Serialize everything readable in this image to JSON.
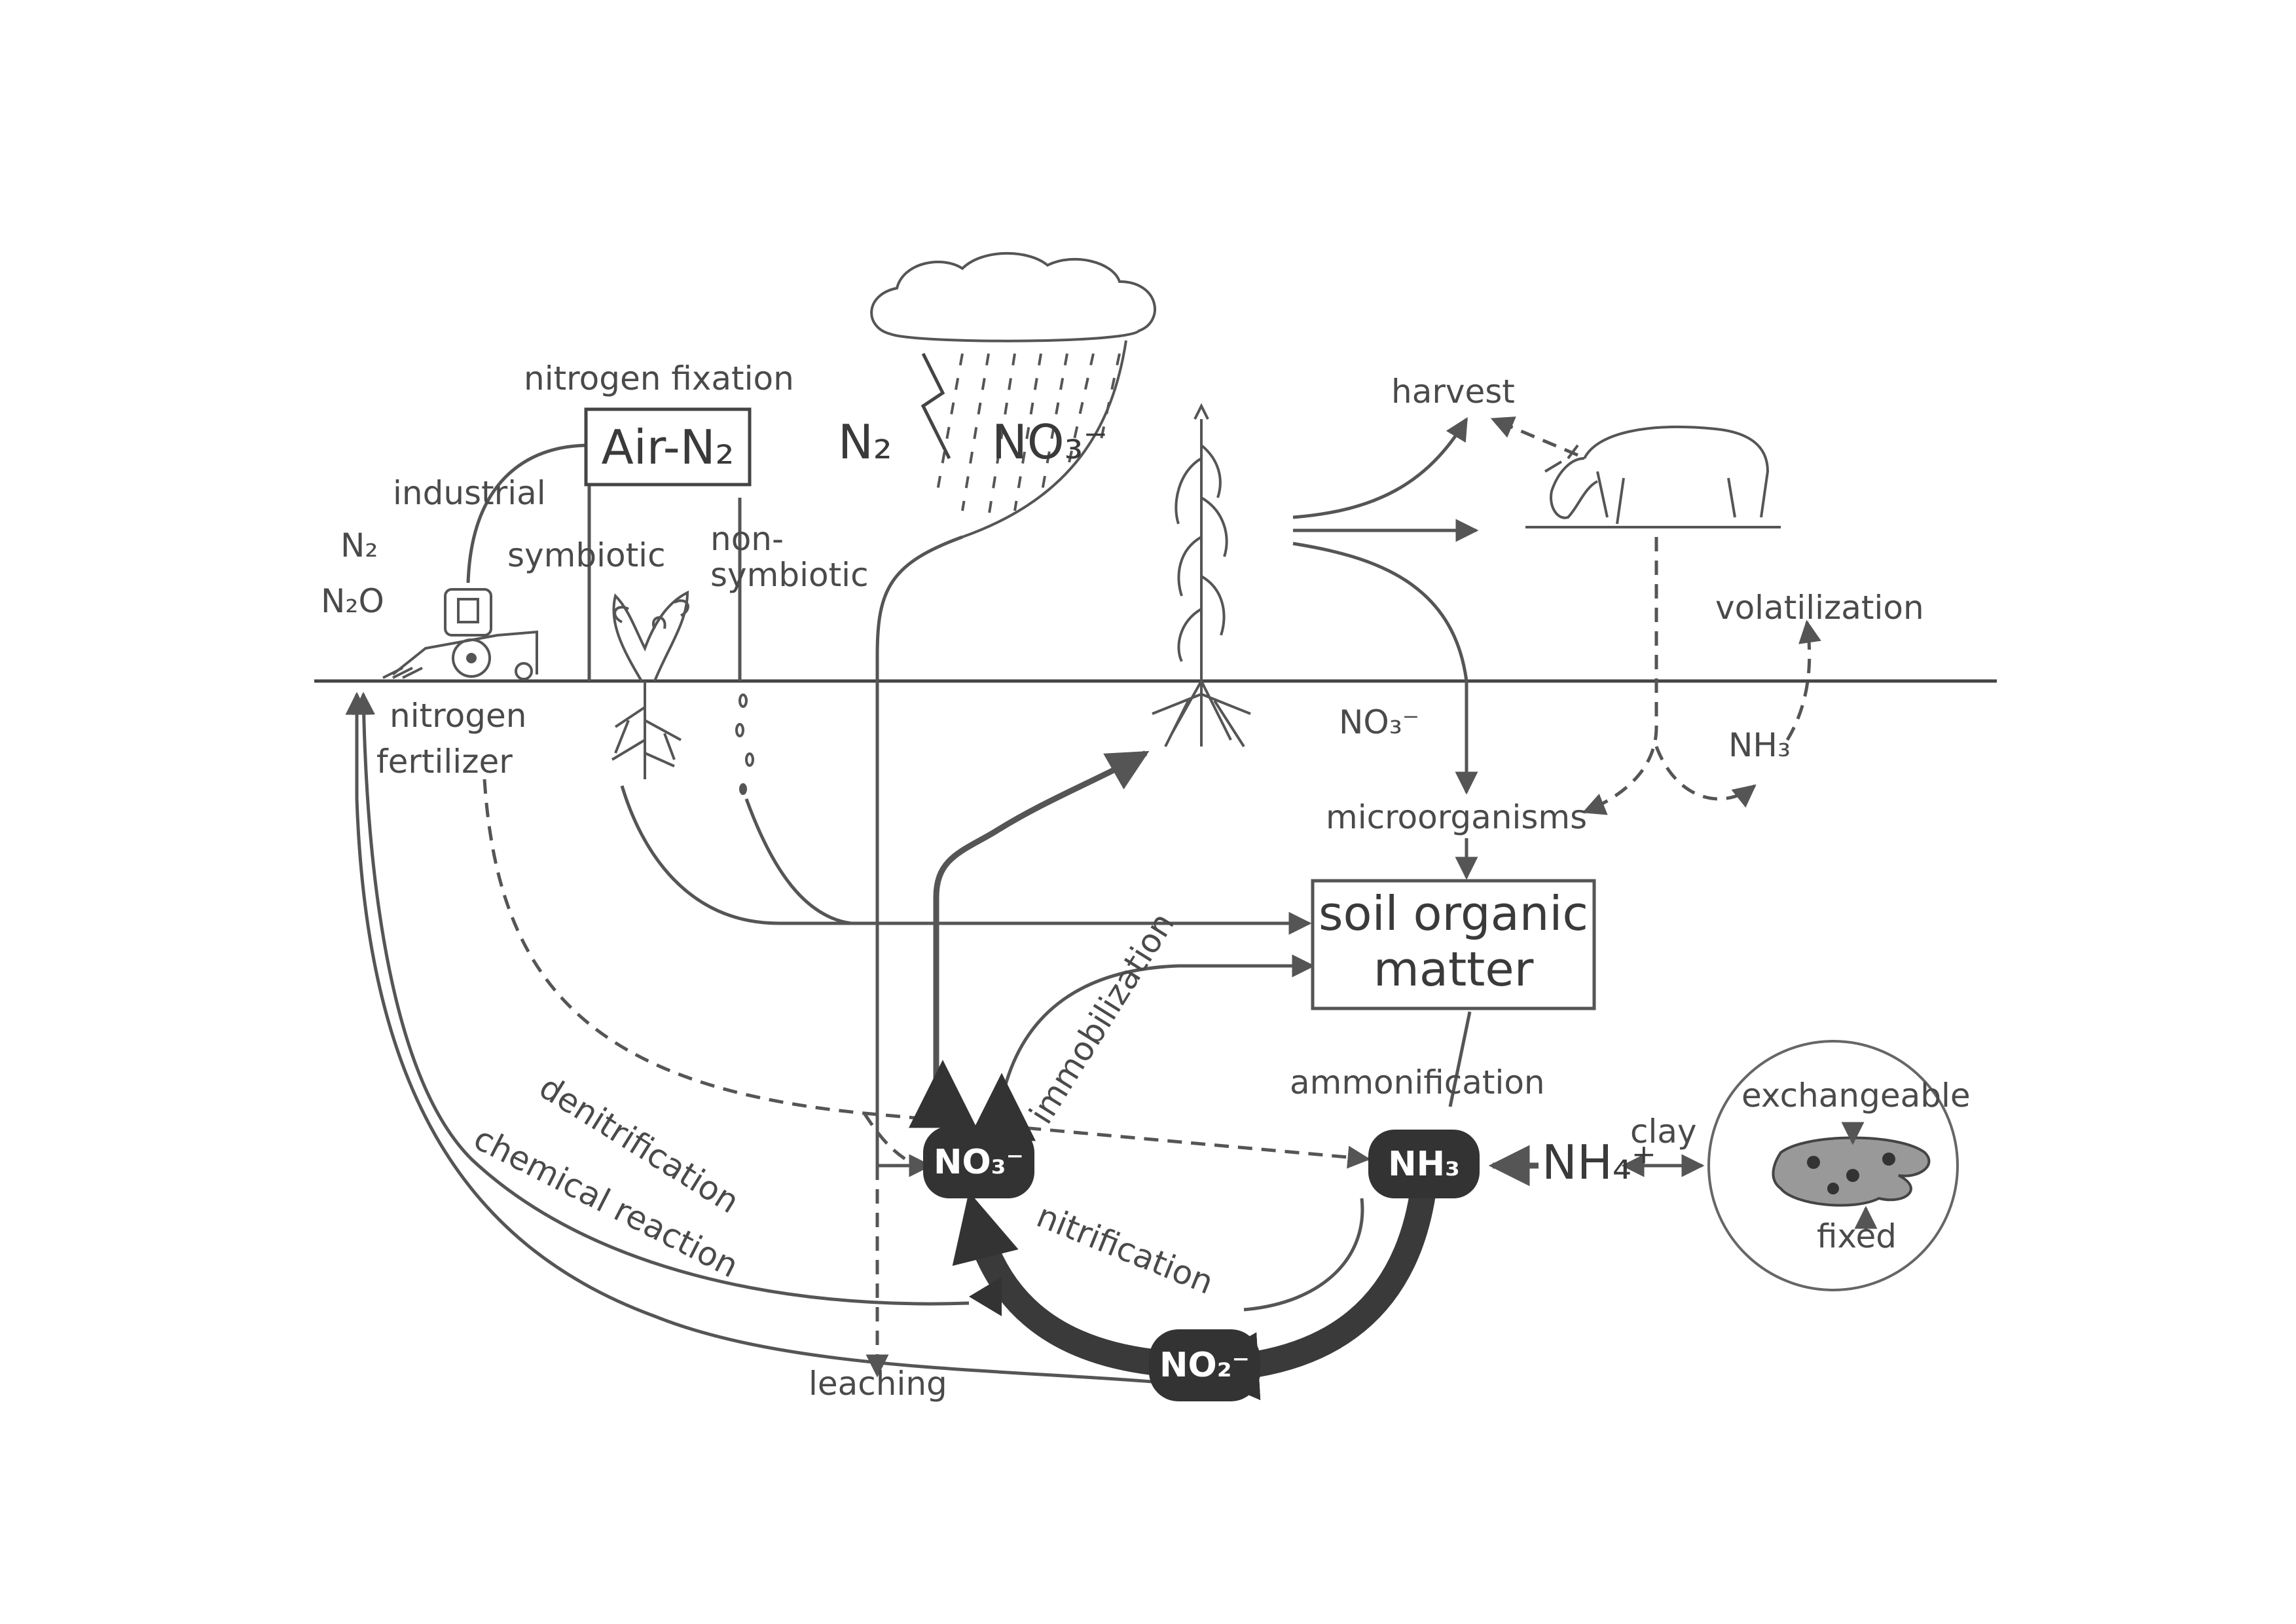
{
  "labels": {
    "nitrogen_fixation": "nitrogen fixation",
    "air_n2": "Air-N₂",
    "industrial": "industrial",
    "symbiotic": "symbiotic",
    "non_symbiotic_1": "non-",
    "non_symbiotic_2": "symbiotic",
    "n2": "N₂",
    "n2o": "N₂O",
    "nitrogen_fertilizer_1": "nitrogen",
    "nitrogen_fertilizer_2": "fertilizer",
    "lightning_n2": "N₂",
    "lightning_no3": "NO₃⁻",
    "harvest": "harvest",
    "volatilization": "volatilization",
    "no3_soil": "NO₃⁻",
    "nh3_soil": "NH₃",
    "microorganisms": "microorganisms",
    "soil_organic_matter_1": "soil organic",
    "soil_organic_matter_2": "matter",
    "immobilization": "immobilization",
    "ammonification": "ammonification",
    "nh4": "NH₄⁺",
    "clay": "clay",
    "exchangeable": "exchangeable",
    "fixed": "fixed",
    "denitrification": "denitrification",
    "chemical_reaction": "chemical reaction",
    "nitrification": "nitrification",
    "leaching": "leaching"
  },
  "nodes": {
    "no3": "NO₃⁻",
    "nh3": "NH₃",
    "no2": "NO₂⁻"
  }
}
